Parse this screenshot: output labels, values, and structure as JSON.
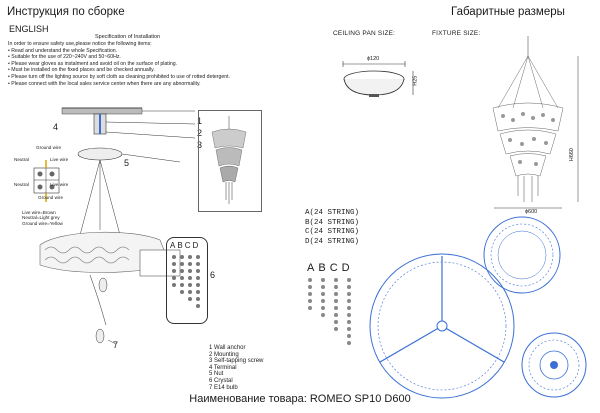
{
  "header": {
    "title_left": "Инструкция по сборке",
    "language": "ENGLISH",
    "title_right": "Габаритные размеры"
  },
  "spec": {
    "title": "Specification of Installation",
    "lines": [
      "In order to ensure safety use,please notice the following items:",
      "• Read and understand the whole Specification.",
      "• Suitable for the use of 220~240V and 50~60Hz.",
      "• Please wear gloves as instalment and avoid oil on the surface of plating.",
      "• Must be installed on the fixed places and be checked annually.",
      "• Please turn off the lighting source by soft cloth as cleaning prohibited to use of rotted detergent.",
      "• Please connect with the local sales service center when there are any abnormality."
    ]
  },
  "sections": {
    "ceiling_pan": "CEILING PAN SIZE:",
    "fixture": "FIXTURE SIZE:"
  },
  "dimensions": {
    "pan_width": "ɸ120",
    "pan_height": "H25",
    "fixture_height": "H660",
    "fixture_width": "ɸ600"
  },
  "wiring": {
    "ground_top": "Ground wire",
    "neutral_left": "Neutral",
    "live_right": "Live wire",
    "neutral_left2": "Neutral",
    "live_right2": "Live wire",
    "ground_bottom": "Ground wire",
    "legend1": "Live wire=Brown",
    "legend2": "Neutral=Light grey",
    "legend3": "Ground wire=Yellow"
  },
  "callouts": [
    "1",
    "2",
    "3",
    "4",
    "5",
    "6",
    "7"
  ],
  "abcd": [
    "A",
    "B",
    "C",
    "D"
  ],
  "strings": [
    "A(24 STRING)",
    "B(24 STRING)",
    "C(24 STRING)",
    "D(24 STRING)"
  ],
  "legend": [
    "1  Wall anchor",
    "2  Mounting",
    "3  Self-tapping screw",
    "4  Terminal",
    "5  Nut",
    "6  Crystal",
    "7  E14  bulb"
  ],
  "footer": "Наименование товара: ROMEO SP10 D600",
  "colors": {
    "blue": "#3a6fd6",
    "line": "#333333"
  }
}
